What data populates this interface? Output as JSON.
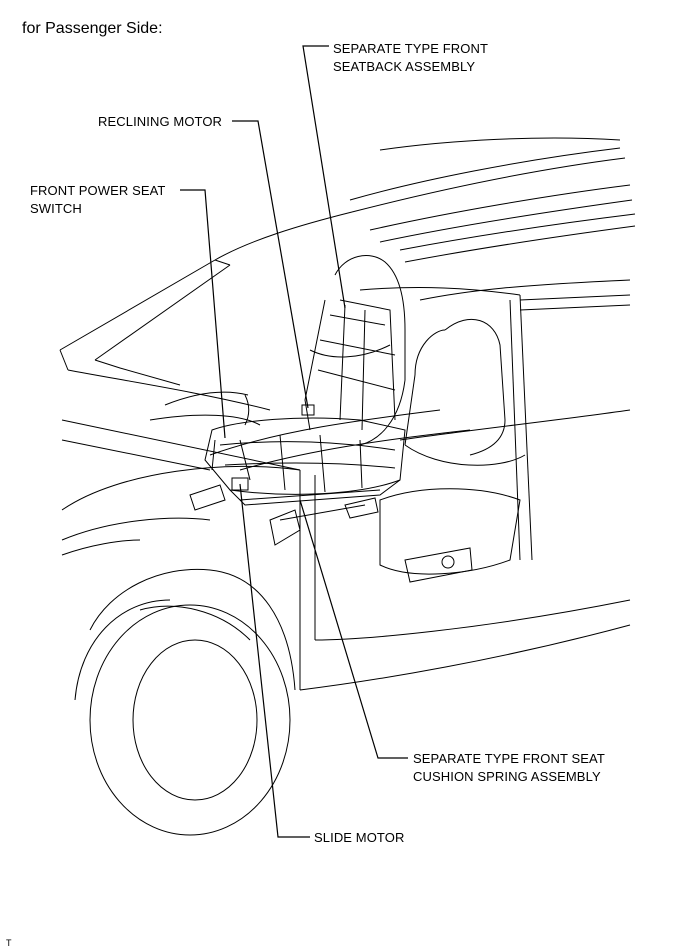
{
  "title": "for Passenger Side:",
  "labels": {
    "seatback_l1": "SEPARATE TYPE FRONT",
    "seatback_l2": "SEATBACK ASSEMBLY",
    "reclining_motor": "RECLINING MOTOR",
    "switch_l1": "FRONT POWER SEAT",
    "switch_l2": "SWITCH",
    "cushion_l1": "SEPARATE TYPE FRONT SEAT",
    "cushion_l2": "CUSHION SPRING ASSEMBLY",
    "slide_motor": "SLIDE MOTOR"
  },
  "corner_mark": "T"
}
